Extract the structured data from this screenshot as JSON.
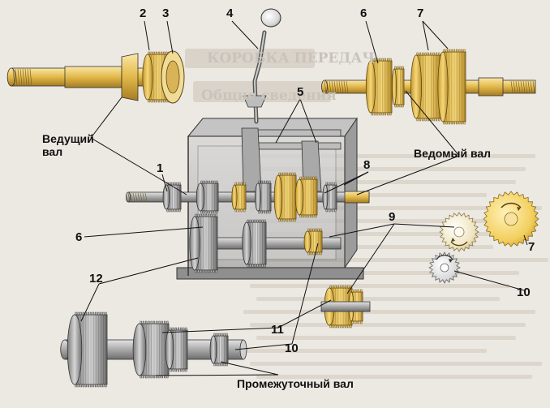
{
  "background_text": {
    "heading_fragment": "КОРОБКА ПЕРЕДАЧ",
    "section_fragment": "Общие сведения"
  },
  "labels": {
    "drive_shaft": "Ведущий\nвал",
    "driven_shaft": "Ведомый вал",
    "intermediate_shaft": "Промежуточный вал"
  },
  "callouts": {
    "n1": "1",
    "n2": "2",
    "n3": "3",
    "n4": "4",
    "n5": "5",
    "n6_top": "6",
    "n6_left": "6",
    "n7_top": "7",
    "n7_right": "7",
    "n8": "8",
    "n9": "9",
    "n10_right": "10",
    "n10_bottom": "10",
    "n11": "11",
    "n12": "12"
  },
  "colors": {
    "gear_yellow": "#e8c04a",
    "gear_yellow_light": "#f5dc86",
    "gear_grey": "#9a9a9a",
    "shaft_grey": "#b8b8b8",
    "housing_grey": "#a8a8a8",
    "line": "#222222"
  }
}
